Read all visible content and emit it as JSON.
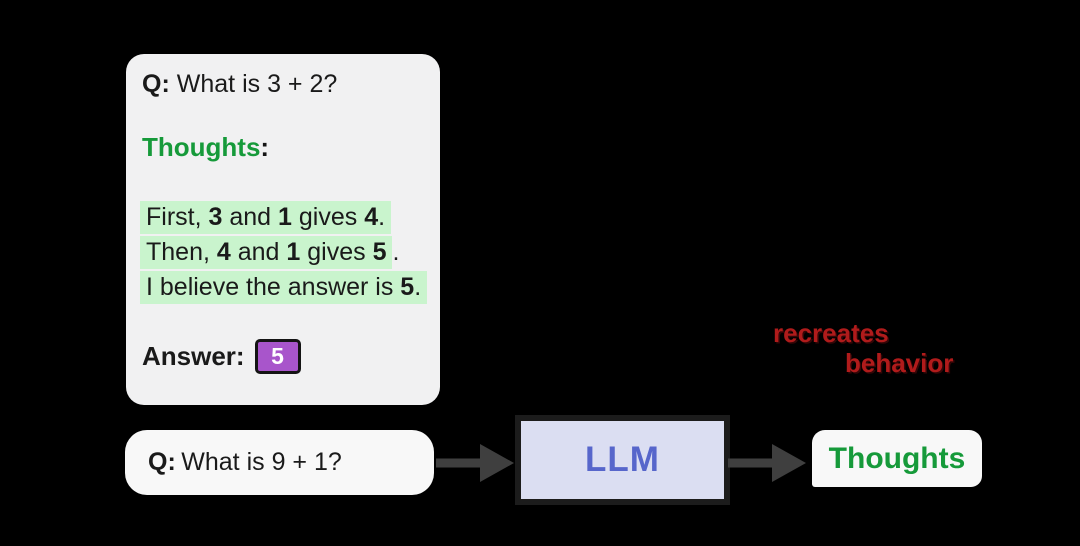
{
  "colors": {
    "background": "#000000",
    "example_card_bg": "#f1f1f2",
    "prompt_card_bg": "#f8f8f8",
    "highlight_green": "#c9f4cd",
    "green_text": "#169a3a",
    "purple_chip_bg": "#a855cb",
    "purple_chip_text": "#ffffff",
    "red_annotation": "#b01b1b",
    "llm_box_bg": "#dbdef2",
    "llm_text": "#5766cb",
    "arrow_gray": "#3f3f3f",
    "dark_text": "#1a1a1a"
  },
  "example_card": {
    "question": {
      "label": "Q:",
      "text": "What is 3 + 2?"
    },
    "thoughts_heading": {
      "label": "Thoughts",
      "colon": ":"
    },
    "thought_lines": [
      {
        "segments": [
          {
            "text": "First, ",
            "bold": false
          },
          {
            "text": "3",
            "bold": true
          },
          {
            "text": " and ",
            "bold": false
          },
          {
            "text": "1",
            "bold": true
          },
          {
            "text": " gives ",
            "bold": false
          },
          {
            "text": "4",
            "bold": true
          },
          {
            "text": ".",
            "bold": false
          }
        ],
        "tail": ""
      },
      {
        "segments": [
          {
            "text": "Then, ",
            "bold": false
          },
          {
            "text": "4",
            "bold": true
          },
          {
            "text": " and ",
            "bold": false
          },
          {
            "text": "1",
            "bold": true
          },
          {
            "text": " gives ",
            "bold": false
          },
          {
            "text": "5",
            "bold": true
          }
        ],
        "tail": "."
      },
      {
        "segments": [
          {
            "text": "I believe the answer is ",
            "bold": false
          },
          {
            "text": "5",
            "bold": true
          },
          {
            "text": ".",
            "bold": false
          }
        ],
        "tail": ""
      }
    ],
    "answer": {
      "label": "Answer:",
      "value": "5"
    }
  },
  "prompt_card": {
    "label": "Q:",
    "text": "What is 9 + 1?"
  },
  "llm_box": {
    "label": "LLM"
  },
  "output_box": {
    "label": "Thoughts"
  },
  "annotation": {
    "line1": "recreates",
    "line2": "behavior"
  }
}
